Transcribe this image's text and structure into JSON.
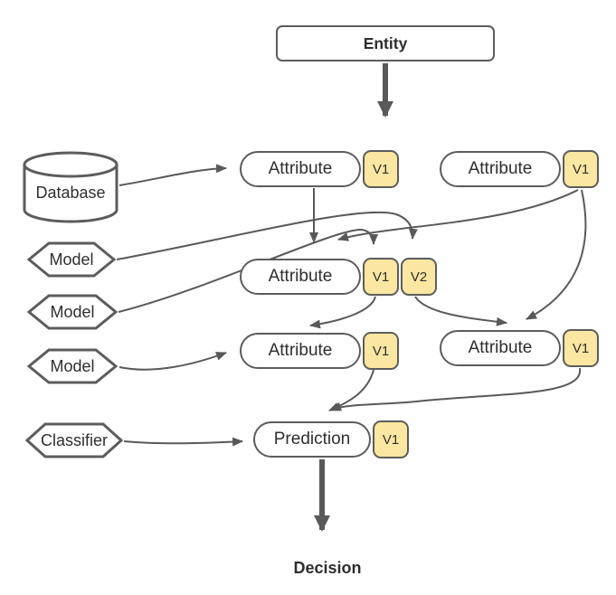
{
  "diagram": {
    "title": "entity-attribute-lineage-diagram",
    "colors": {
      "stroke": "#595959",
      "node_fill": "#ffffff",
      "badge_fill": "#fbe7a1",
      "text": "#2e2e2e"
    },
    "nodes": {
      "entity": {
        "label": "Entity"
      },
      "database": {
        "label": "Database"
      },
      "attr_top": {
        "label": "Attribute",
        "versions": [
          "V1"
        ]
      },
      "attr_top_right": {
        "label": "Attribute",
        "versions": [
          "V1"
        ]
      },
      "model_1": {
        "label": "Model"
      },
      "model_2": {
        "label": "Model"
      },
      "attr_mid": {
        "label": "Attribute",
        "versions": [
          "V1",
          "V2"
        ]
      },
      "model_3": {
        "label": "Model"
      },
      "attr_low_left": {
        "label": "Attribute",
        "versions": [
          "V1"
        ]
      },
      "attr_low_right": {
        "label": "Attribute",
        "versions": [
          "V1"
        ]
      },
      "classifier": {
        "label": "Classifier"
      },
      "prediction": {
        "label": "Prediction",
        "versions": [
          "V1"
        ]
      },
      "decision": {
        "label": "Decision"
      }
    },
    "edges": [
      "entity -> attr_top",
      "database -> attr_top",
      "attr_top -> attr_mid",
      "attr_top_right.V1 -> attr_mid",
      "model_1 -> attr_mid.V2",
      "model_2 -> attr_mid.V1",
      "model_3 -> attr_low_left",
      "attr_mid.V1 -> attr_low_left",
      "attr_mid.V2 -> attr_low_right",
      "attr_top_right.V1 -> attr_low_right",
      "classifier -> prediction",
      "attr_low_left.V1 -> prediction",
      "attr_low_right.V1 -> prediction",
      "prediction -> decision"
    ]
  }
}
